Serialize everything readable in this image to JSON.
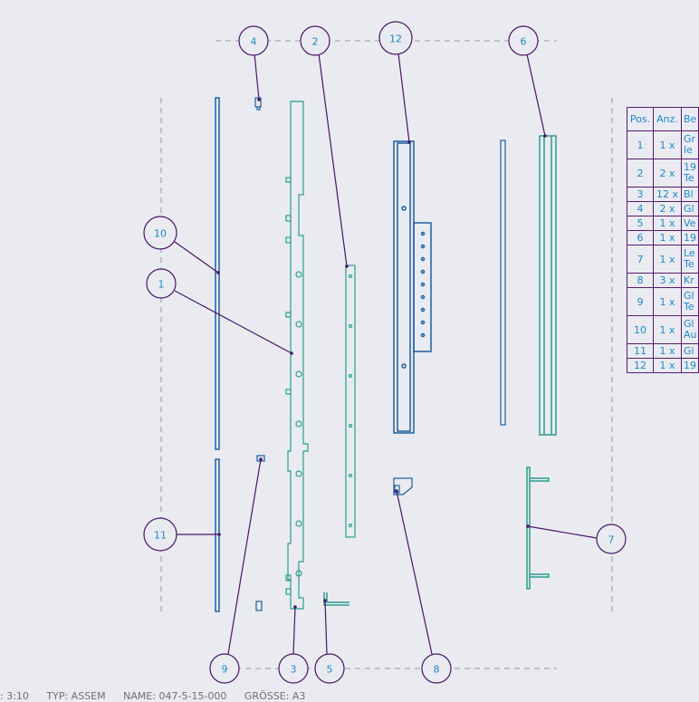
{
  "balloons": [
    "4",
    "2",
    "12",
    "6",
    "10",
    "1",
    "11",
    "7",
    "9",
    "3",
    "5",
    "8"
  ],
  "bom": {
    "headers": [
      "Pos.",
      "Anz.",
      "Be"
    ],
    "rows": [
      {
        "pos": "1",
        "qty": "1 x",
        "desc": [
          "Gr",
          "le"
        ]
      },
      {
        "pos": "2",
        "qty": "2 x",
        "desc": [
          "19",
          "Te"
        ]
      },
      {
        "pos": "3",
        "qty": "12 x",
        "desc": [
          "Bl"
        ]
      },
      {
        "pos": "4",
        "qty": "2 x",
        "desc": [
          "Gl"
        ]
      },
      {
        "pos": "5",
        "qty": "1 x",
        "desc": [
          "Ve"
        ]
      },
      {
        "pos": "6",
        "qty": "1 x",
        "desc": [
          "19"
        ]
      },
      {
        "pos": "7",
        "qty": "1 x",
        "desc": [
          "Le",
          "Te"
        ]
      },
      {
        "pos": "8",
        "qty": "3 x",
        "desc": [
          "Kr"
        ]
      },
      {
        "pos": "9",
        "qty": "1 x",
        "desc": [
          "Gl",
          "Te"
        ]
      },
      {
        "pos": "10",
        "qty": "1 x",
        "desc": [
          "Gl",
          "Au"
        ]
      },
      {
        "pos": "11",
        "qty": "1 x",
        "desc": [
          "Gl"
        ]
      },
      {
        "pos": "12",
        "qty": "1 x",
        "desc": [
          "19"
        ]
      }
    ]
  },
  "status": {
    "scale": ": 3:10",
    "type": "TYP: ASSEM",
    "name": "NAME: 047-5-15-000",
    "size": "GRÖSSE: A3"
  },
  "colors": {
    "background": "#e9ebf0",
    "part_blue": "#1e5fa0",
    "part_teal": "#2a9d8f",
    "leader": "#4a1466",
    "balloon_text": "#1e88c8",
    "centerline": "#9a9a9a"
  }
}
